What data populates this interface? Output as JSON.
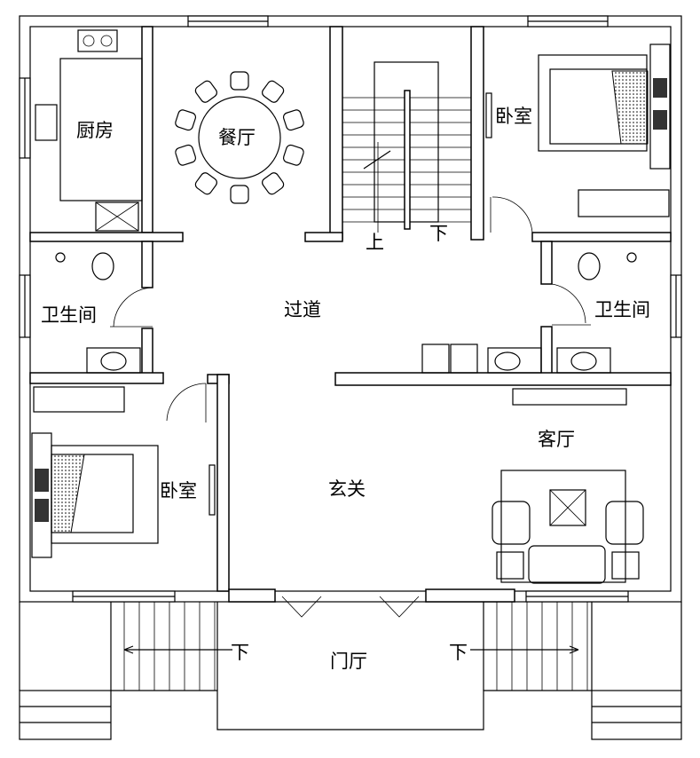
{
  "rooms": {
    "kitchen": "厨房",
    "dining": "餐厅",
    "bedroom_top_right": "卧室",
    "stairs_up": "上",
    "stairs_down": "下",
    "bathroom_left": "卫生间",
    "corridor": "过道",
    "bathroom_right": "卫生间",
    "living_room": "客厅",
    "bedroom_left": "卧室",
    "foyer": "玄关",
    "entrance_hall": "门厅",
    "porch_stairs_left_down": "下",
    "porch_stairs_right_down": "下"
  }
}
